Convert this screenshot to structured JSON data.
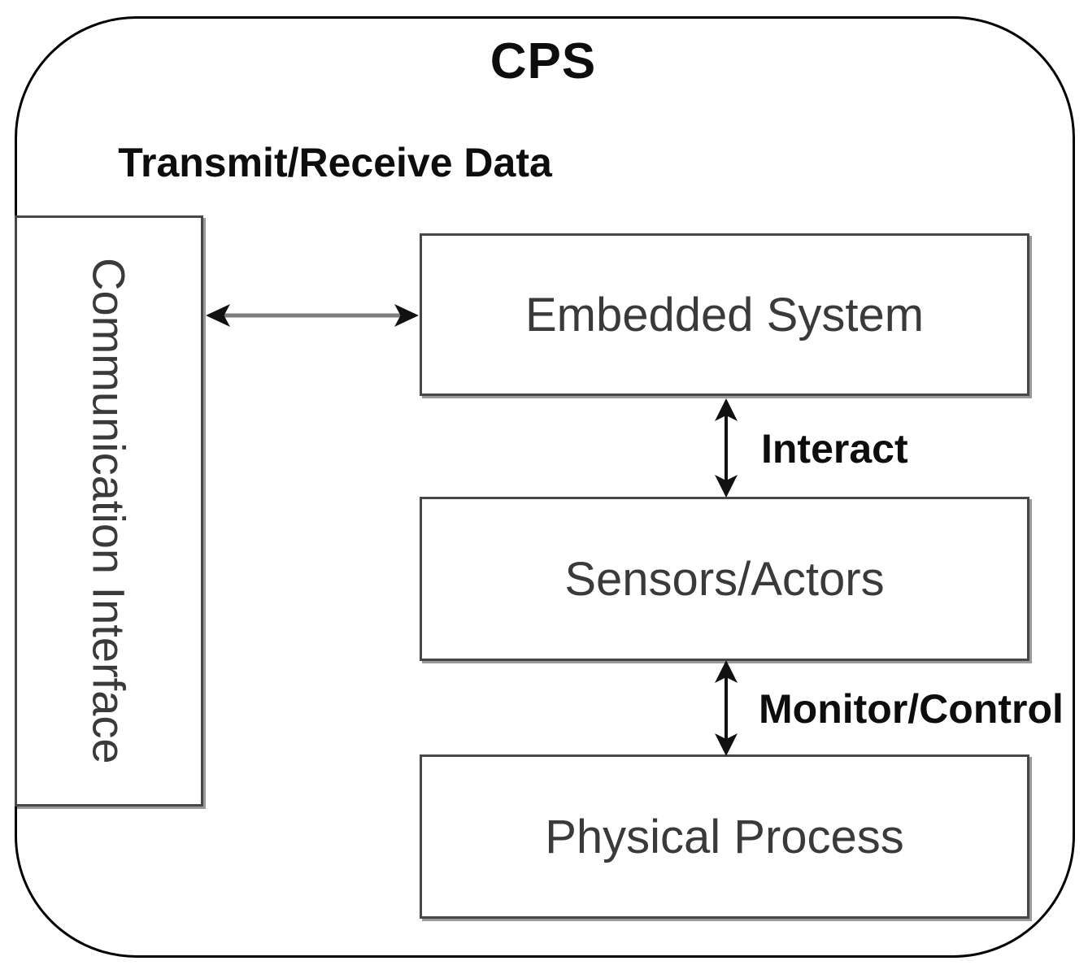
{
  "diagram": {
    "title": "CPS",
    "nodes": {
      "communication_interface": {
        "label": "Communication Interface"
      },
      "embedded_system": {
        "label": "Embedded System"
      },
      "sensors_actors": {
        "label": "Sensors/Actors"
      },
      "physical_process": {
        "label": "Physical Process"
      }
    },
    "edges": {
      "transmit_receive": {
        "label": "Transmit/Receive Data",
        "type": "bidirectional-horizontal"
      },
      "interact": {
        "label": "Interact",
        "type": "bidirectional-vertical"
      },
      "monitor_control": {
        "label": "Monitor/Control",
        "type": "bidirectional-vertical"
      }
    },
    "colors": {
      "background": "#ffffff",
      "frame_border": "#000000",
      "box_border": "#474747",
      "box_shadow": "#9a9a9a",
      "box_text": "#3a3a3a",
      "label_text": "#0d0d0d",
      "h_arrow_shaft": "#7d7d7d",
      "arrow_head": "#111111"
    }
  }
}
